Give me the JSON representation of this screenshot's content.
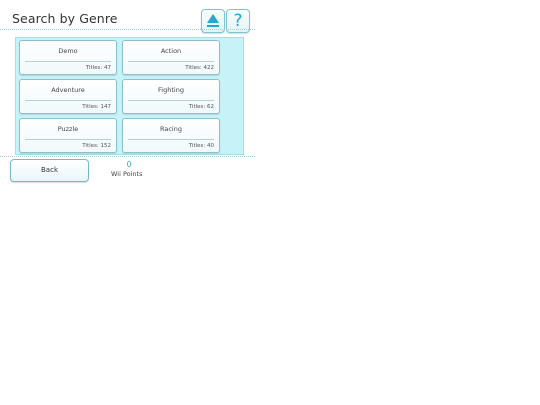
{
  "header": {
    "title": "Search by Genre"
  },
  "genres": [
    {
      "name": "Demo",
      "count_label": "Titles:  47"
    },
    {
      "name": "Action",
      "count_label": "Titles:  422"
    },
    {
      "name": "Adventure",
      "count_label": "Titles:  147"
    },
    {
      "name": "Fighting",
      "count_label": "Titles:  62"
    },
    {
      "name": "Puzzle",
      "count_label": "Titles:  152"
    },
    {
      "name": "Racing",
      "count_label": "Titles:  40"
    }
  ],
  "footer": {
    "back_label": "Back",
    "points_value": "0",
    "points_label": "Wii Points"
  },
  "icons": {
    "eject": "eject-icon",
    "help": "help-icon"
  },
  "colors": {
    "accent": "#1ea9d6",
    "panel": "#c6f3f8"
  }
}
